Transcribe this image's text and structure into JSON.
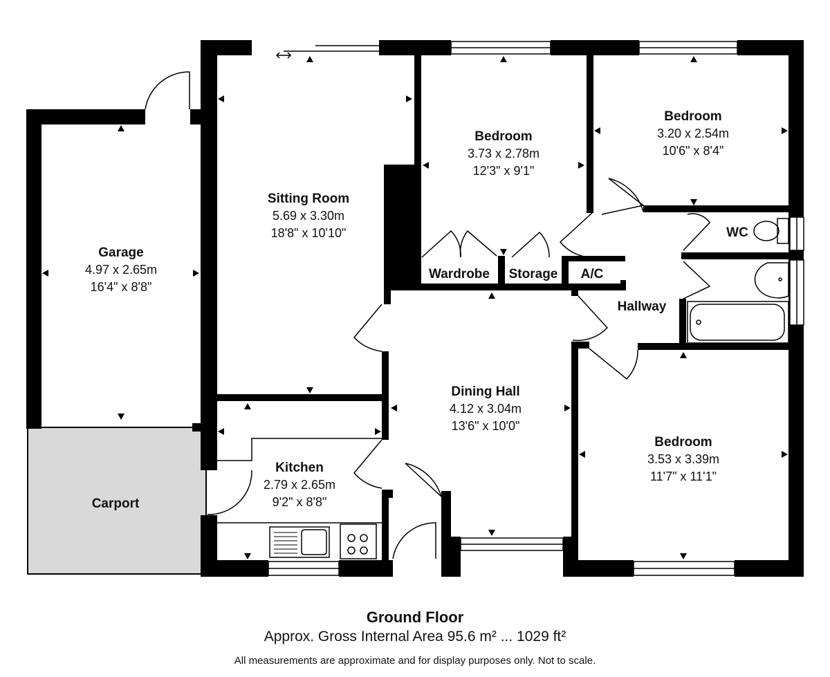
{
  "rooms": {
    "sitting_room": {
      "name": "Sitting Room",
      "metric": "5.69 x 3.30m",
      "imperial": "18'8\" x 10'10\""
    },
    "bedroom_1": {
      "name": "Bedroom",
      "metric": "3.73 x 2.78m",
      "imperial": "12'3\" x 9'1\""
    },
    "bedroom_2": {
      "name": "Bedroom",
      "metric": "3.20 x 2.54m",
      "imperial": "10'6\" x 8'4\""
    },
    "bedroom_3": {
      "name": "Bedroom",
      "metric": "3.53 x 3.39m",
      "imperial": "11'7\" x 11'1\""
    },
    "garage": {
      "name": "Garage",
      "metric": "4.97 x 2.65m",
      "imperial": "16'4\" x 8'8\""
    },
    "dining_hall": {
      "name": "Dining Hall",
      "metric": "4.12 x 3.04m",
      "imperial": "13'6\" x 10'0\""
    },
    "kitchen": {
      "name": "Kitchen",
      "metric": "2.79 x 2.65m",
      "imperial": "9'2\" x 8'8\""
    },
    "carport": {
      "name": "Carport"
    },
    "hallway": {
      "name": "Hallway"
    },
    "wc": {
      "name": "WC"
    },
    "wardrobe": {
      "name": "Wardrobe"
    },
    "storage": {
      "name": "Storage"
    },
    "ac": {
      "name": "A/C"
    }
  },
  "caption": {
    "title": "Ground Floor",
    "area": "Approx. Gross Internal Area 95.6 m² ... 1029 ft²",
    "note": "All measurements are approximate and for display purposes only. Not to scale."
  },
  "colors": {
    "wall": "#000000",
    "carport_fill": "#d9d9d9",
    "text": "#111111"
  }
}
